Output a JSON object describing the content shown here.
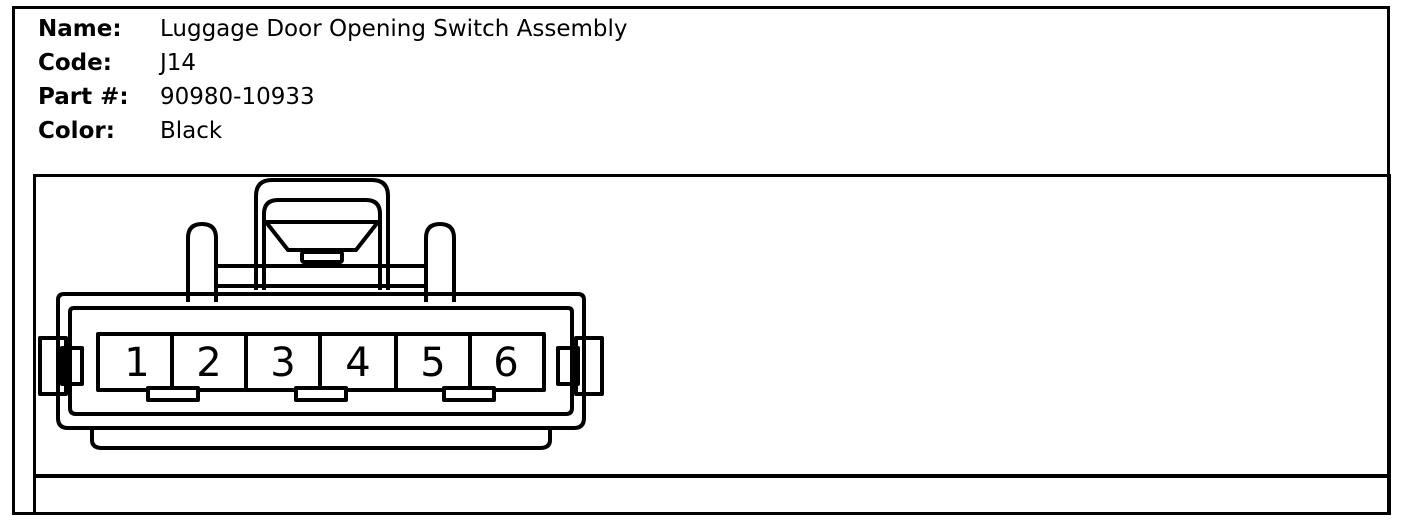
{
  "info": {
    "name_label": "Name:",
    "name_value": "Luggage Door Opening Switch Assembly",
    "code_label": "Code:",
    "code_value": "J14",
    "part_label": "Part #:",
    "part_value": "90980-10933",
    "color_label": "Color:",
    "color_value": "Black"
  },
  "connector": {
    "pins": [
      "1",
      "2",
      "3",
      "4",
      "5",
      "6"
    ]
  },
  "colors": {
    "line": "#000000",
    "background": "#ffffff"
  }
}
